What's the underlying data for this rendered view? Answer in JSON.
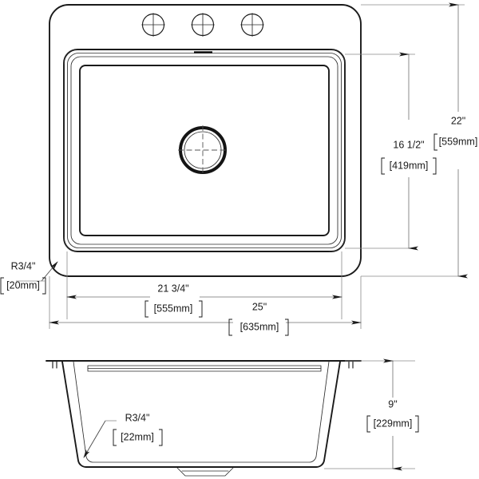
{
  "drawing": {
    "title": "Sink Dimensional Drawing",
    "views": {
      "top": {
        "name": "top-view"
      },
      "section": {
        "name": "section-view"
      }
    }
  },
  "dimensions": {
    "overall_width": {
      "imperial": "25\"",
      "metric": "[635mm]"
    },
    "bowl_width": {
      "imperial": "21 3/4\"",
      "metric": "[555mm]"
    },
    "overall_depth": {
      "imperial": "22\"",
      "metric": "[559mm]"
    },
    "bowl_depth": {
      "imperial": "16 1/2\"",
      "metric": "[419mm]"
    },
    "corner_radius_top": {
      "imperial": "R3/4\"",
      "metric": "[20mm]"
    },
    "bowl_height": {
      "imperial": "9\"",
      "metric": "[229mm]"
    },
    "corner_radius_section": {
      "imperial": "R3/4\"",
      "metric": "[22mm]"
    }
  },
  "features": {
    "faucet_holes": 3,
    "drain_label": "drain-opening"
  },
  "colors": {
    "outline": "#1a1a1a",
    "dimension": "#6f6f6f",
    "background": "#ffffff",
    "text": "#1a1a1a"
  }
}
